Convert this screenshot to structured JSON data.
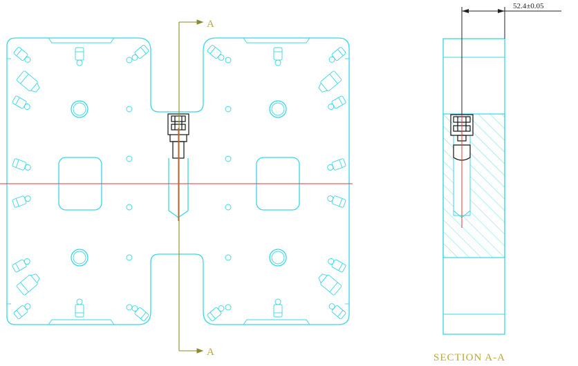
{
  "drawing": {
    "section_marker_top": "A",
    "section_marker_bottom": "A",
    "dimension_label": "52.4±0.05",
    "section_title": "SECTION A-A"
  },
  "colors": {
    "outline": "#36d7e6",
    "centerline": "#e53935",
    "section_line": "#8c8a2e",
    "dimension": "#222222",
    "text": "#b8a93a"
  }
}
